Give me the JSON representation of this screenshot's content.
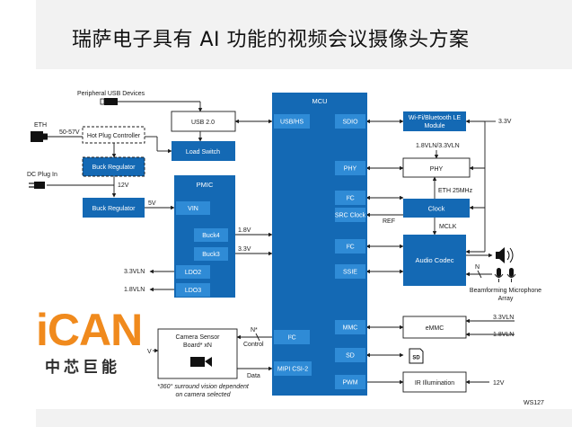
{
  "title": "瑞萨电子具有 AI 功能的视频会议摄像头方案",
  "logo": {
    "main": "iCAN",
    "sub": "中芯巨能"
  },
  "figure_id": "WS127",
  "mcu": {
    "title": "MCU",
    "ports": {
      "usbhs": "USB/HS",
      "sdio": "SDIO",
      "phy": "PHY",
      "i2c_top": "I²C",
      "src_clock": "SRC Clock",
      "i2c_mid": "I²C",
      "ssie": "SSIE",
      "i2c_cam": "I²C",
      "mipi": "MIPI CSI-2",
      "mmc": "MMC",
      "sd": "SD",
      "pwm": "PWM"
    }
  },
  "pmic": {
    "title": "PMIC",
    "vin": "VIN",
    "buck4": "Buck4",
    "buck3": "Buck3",
    "ldo2": "LDO2",
    "ldo3": "LDO3"
  },
  "blocks": {
    "usb20": "USB 2.0",
    "load_switch": "Load Switch",
    "hot_plug": "Hot Plug Controller",
    "buck_top": "Buck Regulator",
    "buck_bottom": "Buck Regulator",
    "wifi_line1": "Wi-Fi/Bluetooth LE",
    "wifi_line2": "Module",
    "phy": "PHY",
    "clock": "Clock",
    "audio_codec": "Audio Codec",
    "emmc": "eMMC",
    "ir": "IR Illumination",
    "camera_line1": "Camera Sensor",
    "camera_line2": "Board* xN"
  },
  "labels": {
    "peripheral_usb": "Peripheral USB Devices",
    "eth": "ETH",
    "eth_volt": "50-57V",
    "dc_plug": "DC Plug In",
    "v12_left": "12V",
    "v5": "5V",
    "v18_pmic": "1.8V",
    "v33_pmic": "3.3V",
    "ldo2_out": "3.3VLN",
    "ldo3_out": "1.8VLN",
    "phy_supply": "1.8VLN/3.3VLN",
    "eth25": "ETH 25MHz",
    "ref": "REF",
    "mclk": "MCLK",
    "v33_right": "3.3V",
    "n_audio": "N",
    "beamforming_line1": "Beamforming Microphone",
    "beamforming_line2": "Array",
    "emmc_v33": "3.3VLN",
    "emmc_v18": "1.8VLN",
    "v12_ir": "12V",
    "cam_v": "V",
    "n_control": "N*",
    "control": "Control",
    "data": "Data",
    "surround_line1": "*360° surround vision dependent",
    "surround_line2": "on camera selected"
  },
  "colors": {
    "block": "#1469b4",
    "port": "#2f8bd6",
    "logo": "#f08a1d"
  }
}
